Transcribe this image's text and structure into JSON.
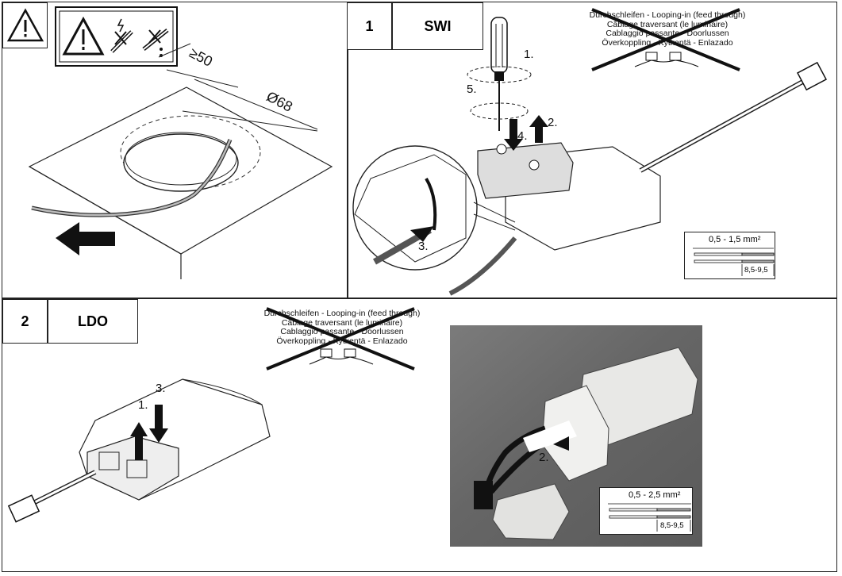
{
  "sections": {
    "warning": {
      "dim_min": "≥50",
      "dim_diameter": "Ø68"
    },
    "swi": {
      "number": "1",
      "title": "SWI",
      "looping_lines": [
        "Durchschleifen - Looping-in (feed through)",
        "Câblage traversant (le luminaire)",
        "Cablaggio passante - Doorlussen",
        "Överkoppling - Kytkentä - Enlazado"
      ],
      "steps": [
        "1.",
        "2.",
        "3.",
        "4.",
        "5."
      ],
      "wire_spec": {
        "section": "0,5 - 1,5 mm²",
        "strip": "8,5-9,5"
      }
    },
    "ldo": {
      "number": "2",
      "title": "LDO",
      "looping_lines": [
        "Durchschleifen - Looping-in (feed through)",
        "Câblage traversant (le luminaire)",
        "Cablaggio passante - Doorlussen",
        "Överkoppling - Kytkentä - Enlazado"
      ],
      "steps": [
        "1.",
        "3."
      ],
      "photo_step": "2.",
      "wire_spec": {
        "section": "0,5 - 2,5 mm²",
        "strip": "8,5-9,5"
      }
    }
  },
  "colors": {
    "line": "#222222",
    "cross": "#111111",
    "photo_bg": "#6a6a6a"
  }
}
